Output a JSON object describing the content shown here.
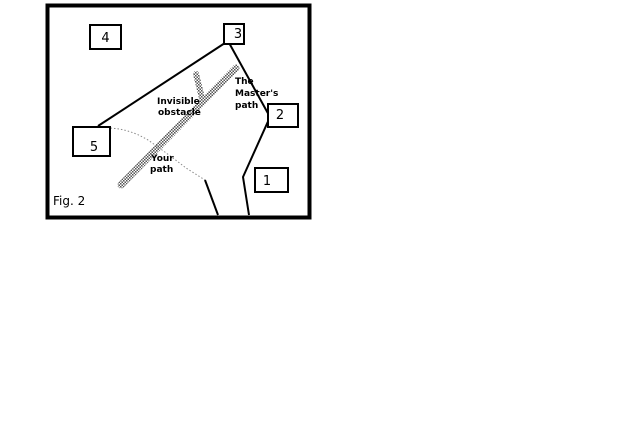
{
  "figure": {
    "caption": "Fig. 2",
    "boxes": [
      {
        "id": "box-1",
        "label": "1"
      },
      {
        "id": "box-2",
        "label": "2"
      },
      {
        "id": "box-3",
        "label": "3"
      },
      {
        "id": "box-4",
        "label": "4"
      },
      {
        "id": "box-5",
        "label": "5"
      }
    ],
    "obstacle_label": [
      "Invisible",
      "obstacle"
    ],
    "master_path_label": [
      "The",
      "Master's",
      "path"
    ],
    "your_path_label": [
      "Your",
      "path"
    ]
  },
  "colors": {
    "background": "#ffffff",
    "ink": "#000000",
    "obstacle": "#9a9a9a",
    "dotted_path": "#8a8a8a"
  }
}
